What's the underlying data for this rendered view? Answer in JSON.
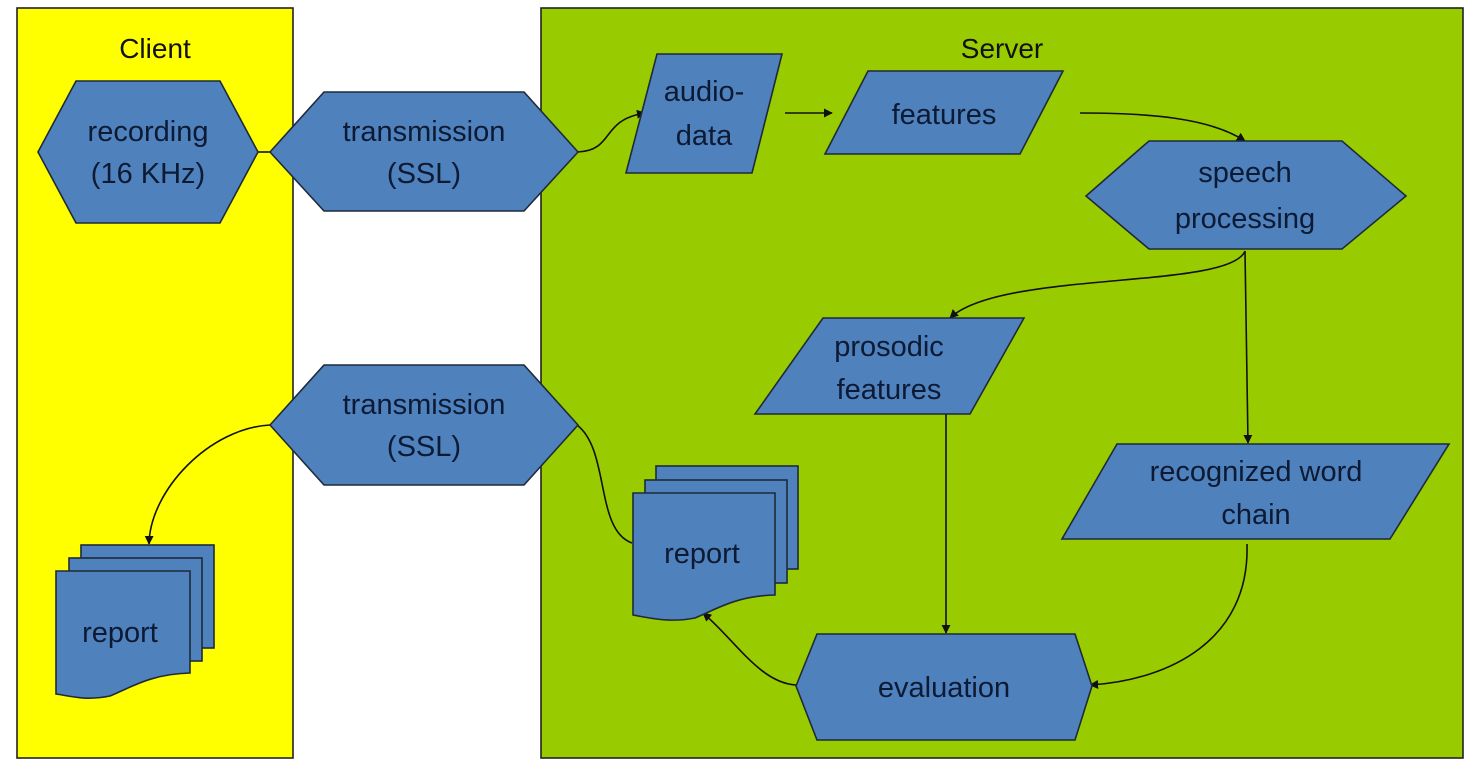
{
  "diagram": {
    "colors": {
      "client_bg": "#ffff00",
      "server_bg": "#99cc00",
      "node_fill": "#4f81bd"
    },
    "zones": [
      {
        "id": "client",
        "title": "Client"
      },
      {
        "id": "server",
        "title": "Server"
      }
    ],
    "nodes": [
      {
        "id": "recording",
        "shape": "hexagon",
        "zone": "client",
        "lines": [
          "recording",
          "(16 KHz)"
        ]
      },
      {
        "id": "transmission_up",
        "shape": "hexagon",
        "zone": "between",
        "lines": [
          "transmission",
          "(SSL)"
        ]
      },
      {
        "id": "audio_data",
        "shape": "parallelogram",
        "zone": "server",
        "lines": [
          "audio-",
          "data"
        ]
      },
      {
        "id": "features",
        "shape": "parallelogram",
        "zone": "server",
        "lines": [
          "features"
        ]
      },
      {
        "id": "speech_processing",
        "shape": "hexagon",
        "zone": "server",
        "lines": [
          "speech",
          "processing"
        ]
      },
      {
        "id": "prosodic_features",
        "shape": "parallelogram",
        "zone": "server",
        "lines": [
          "prosodic",
          "features"
        ]
      },
      {
        "id": "recognized_word_chain",
        "shape": "parallelogram",
        "zone": "server",
        "lines": [
          "recognized word",
          "chain"
        ]
      },
      {
        "id": "evaluation",
        "shape": "hexagon",
        "zone": "server",
        "lines": [
          "evaluation"
        ]
      },
      {
        "id": "report_server",
        "shape": "multi-document",
        "zone": "server",
        "lines": [
          "report"
        ]
      },
      {
        "id": "transmission_down",
        "shape": "hexagon",
        "zone": "between",
        "lines": [
          "transmission",
          "(SSL)"
        ]
      },
      {
        "id": "report_client",
        "shape": "multi-document",
        "zone": "client",
        "lines": [
          "report"
        ]
      }
    ],
    "edges": [
      {
        "from": "recording",
        "to": "transmission_up",
        "arrow": false
      },
      {
        "from": "transmission_up",
        "to": "audio_data",
        "arrow": true
      },
      {
        "from": "audio_data",
        "to": "features",
        "arrow": true
      },
      {
        "from": "features",
        "to": "speech_processing",
        "arrow": true
      },
      {
        "from": "speech_processing",
        "to": "prosodic_features",
        "arrow": true
      },
      {
        "from": "speech_processing",
        "to": "recognized_word_chain",
        "arrow": true
      },
      {
        "from": "prosodic_features",
        "to": "evaluation",
        "arrow": true
      },
      {
        "from": "recognized_word_chain",
        "to": "evaluation",
        "arrow": true
      },
      {
        "from": "evaluation",
        "to": "report_server",
        "arrow": true
      },
      {
        "from": "report_server",
        "to": "transmission_down",
        "arrow": false
      },
      {
        "from": "transmission_down",
        "to": "report_client",
        "arrow": true
      }
    ]
  }
}
